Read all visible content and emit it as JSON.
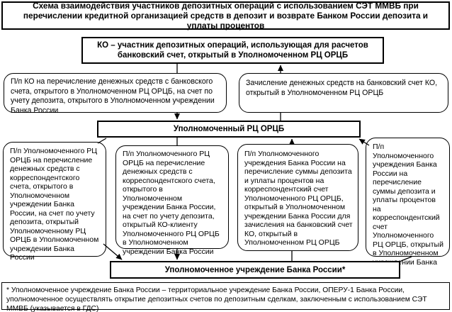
{
  "title": "Схема взаимодействия участников депозитных операций с использованием СЭТ ММВБ при перечислении кредитной организацией средств в депозит и возврате Банком России депозита и уплаты процентов",
  "nodes": {
    "ko": "КО – участник депозитных операций, использующая для расчетов банковский счет, открытый в Уполномоченном РЦ ОРЦБ",
    "payment_ko_to_deposit": "П/п КО на перечисление денежных средств с банковского счета, открытого в Уполномоченном РЦ ОРЦБ, на счет по учету депозита, открытого в Уполномоченном учреждении Банка России",
    "credit_to_ko_account": "Зачисление денежных средств на банковский счет КО, открытый в Уполномоченном РЦ ОРЦБ",
    "rc_orcb": "Уполномоченный РЦ ОРЦБ",
    "rc_payment_own_deposit": "П/п Уполномоченного РЦ ОРЦБ на перечисление денежных средств с корреспондентского счета, открытого в Уполномоченном учреждении Банка России, на счет по учету депозита, открытый Уполномоченному РЦ ОРЦБ в Уполномоченном учреждении Банка России",
    "rc_payment_client_deposit": "П/п Уполномоченного РЦ ОРЦБ на перечисление денежных средств с корреспондентского счета, открытого в Уполномоченном учреждении Банка России, на счет по учету депозита, открытый КО-клиенту Уполномоченного РЦ ОРЦБ в Уполномоченном учреждении Банка России",
    "bank_payment_to_ko": "П/п Уполномоченного учреждения Банка России на перечисление суммы депозита и уплаты процентов на корреспондентский счет Уполномоченного РЦ ОРЦБ, открытый в Уполномоченном учреждении Банка России для зачисления на банковский счет КО, открытый в Уполномоченном РЦ ОРЦБ",
    "bank_payment_to_rc": "П/п Уполномоченного учреждения Банка России на перечисление суммы депозита и уплаты процентов на корреспондентский счет Уполномоченного РЦ ОРЦБ, открытый в Уполномоченном учреждении Банка России",
    "bank_institution": "Уполномоченное учреждение Банка России*"
  },
  "footnote": "* Уполномоченное учреждение Банка России – территориальное учреждение Банка России, ОПЕРУ-1 Банка России, уполномоченное осуществлять открытие депозитных счетов по депозитным сделкам, заключенным с использованием СЭТ ММВБ (указывается в ГДС)",
  "colors": {
    "border": "#000000",
    "background": "#ffffff",
    "text": "#000000"
  }
}
